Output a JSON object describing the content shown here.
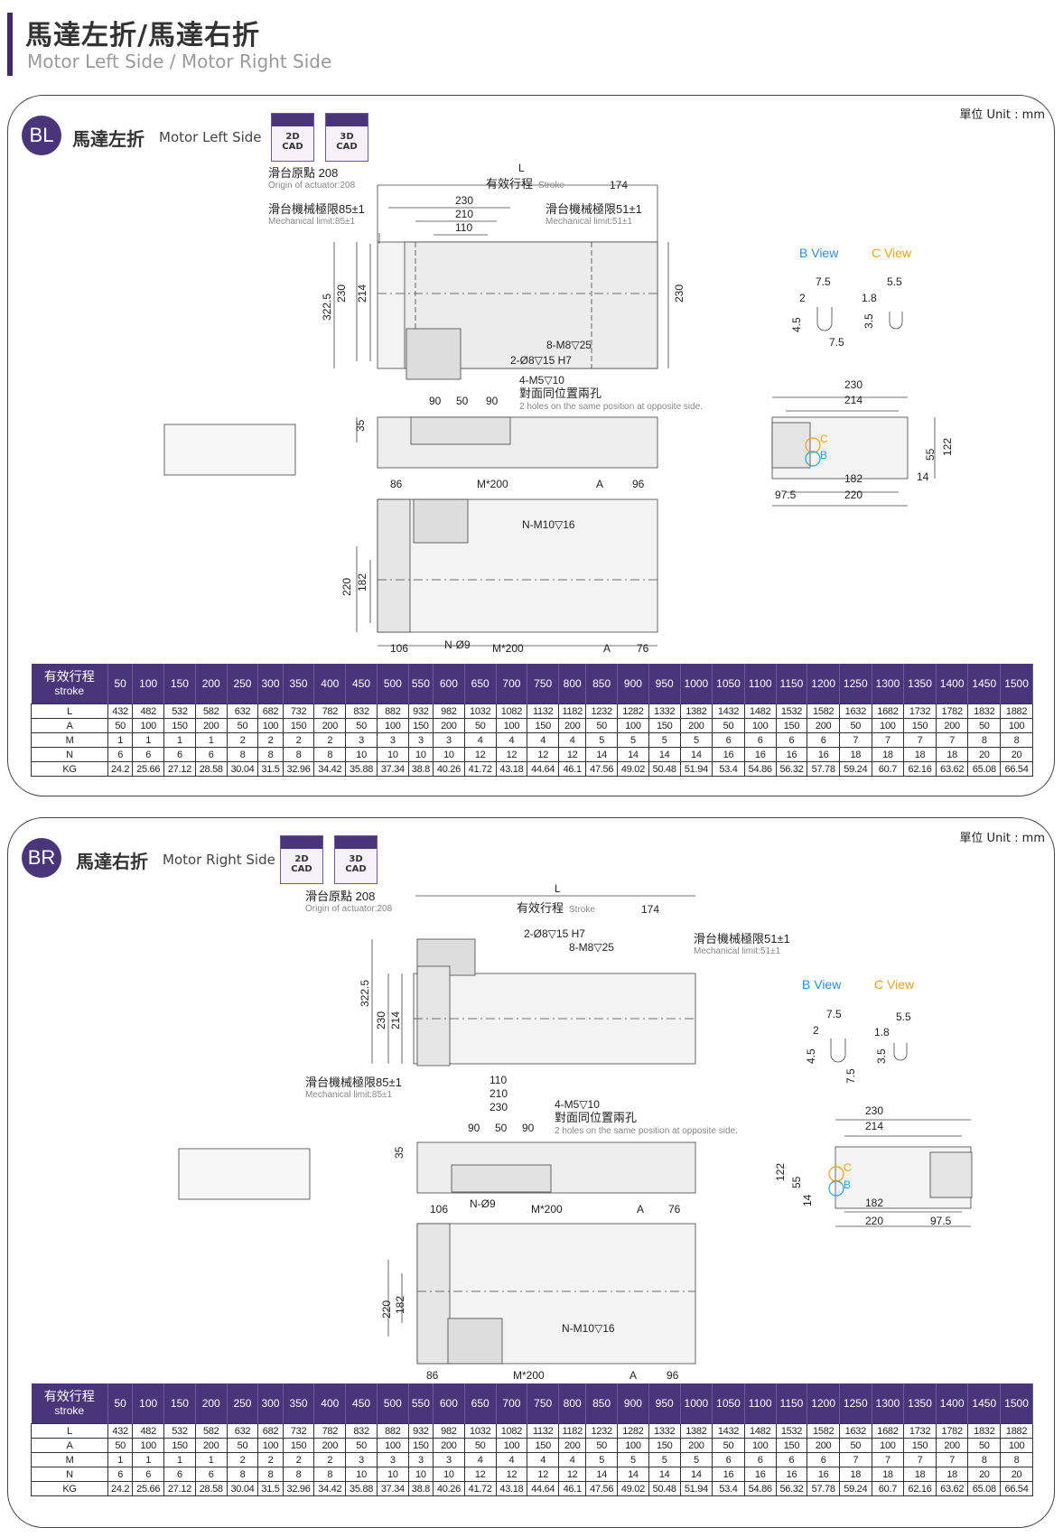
{
  "page": {
    "title_cn": "馬達左折/馬達右折",
    "title_en": "Motor Left Side / Motor Right Side"
  },
  "sections": [
    {
      "badge": "BL",
      "title_cn": "馬達左折",
      "title_en": "Motor Left Side",
      "unit": "單位 Unit : mm",
      "cad": [
        "2D CAD",
        "3D CAD"
      ],
      "labels": {
        "L": "L",
        "origin_cn": "滑台原點 208",
        "origin_en": "Origin of actuator:208",
        "stroke_cn": "有效行程",
        "stroke_en": "Stroke",
        "d174": "174",
        "d230": "230",
        "d210": "210",
        "d110": "110",
        "mech85_cn": "滑台機械極限85±1",
        "mech85_en": "Mechanical limit:85±1",
        "mech51_cn": "滑台機械極限51±1",
        "mech51_en": "Mechanical limit:51±1",
        "h322": "322.5",
        "h230": "230",
        "h214": "214",
        "r230": "230",
        "m8": "8-M8▽25",
        "pin": "2-Ø8▽15 H7",
        "m5": "4-M5▽10",
        "opp_cn": "對面同位置兩孔",
        "opp_en": "2 holes on the same position at opposite side.",
        "d90a": "90",
        "d50": "50",
        "d90b": "90",
        "h35": "35",
        "d86": "86",
        "m200": "M*200",
        "dA": "A",
        "d96": "96",
        "nm10": "N-M10▽16",
        "h220": "220",
        "h182": "182",
        "d106": "106",
        "n9": "N-Ø9",
        "m200b": "M*200",
        "dAb": "A",
        "d76": "76",
        "bview": "B View",
        "cview": "C View",
        "b75": "7.5",
        "b2": "2",
        "b45": "4.5",
        "b75b": "7.5",
        "c55": "5.5",
        "c18": "1.8",
        "c35": "3.5",
        "e230": "230",
        "e214": "214",
        "e122": "122",
        "e55": "55",
        "e14": "14",
        "e182": "182",
        "e975": "97.5",
        "e220": "220",
        "eC": "C",
        "eB": "B"
      }
    },
    {
      "badge": "BR",
      "title_cn": "馬達右折",
      "title_en": "Motor Right Side",
      "unit": "單位 Unit : mm",
      "cad": [
        "2D CAD",
        "3D CAD"
      ],
      "labels": {
        "L": "L",
        "origin_cn": "滑台原點 208",
        "origin_en": "Origin of actuator:208",
        "stroke_cn": "有效行程",
        "stroke_en": "Stroke",
        "d174": "174",
        "pin": "2-Ø8▽15 H7",
        "m8": "8-M8▽25",
        "mech51_cn": "滑台機械極限51±1",
        "mech51_en": "Mechanical limit:51±1",
        "h322": "322.5",
        "h230": "230",
        "h214": "214",
        "mech85_cn": "滑台機械極限85±1",
        "mech85_en": "Mechanical limit:85±1",
        "d110": "110",
        "d210": "210",
        "d230": "230",
        "m5": "4-M5▽10",
        "opp_cn": "對面同位置兩孔",
        "opp_en": "2 holes on the same position at opposite side.",
        "d90a": "90",
        "d50": "50",
        "d90b": "90",
        "h35": "35",
        "d106": "106",
        "n9": "N-Ø9",
        "m200": "M*200",
        "dA": "A",
        "d76": "76",
        "h220": "220",
        "h182": "182",
        "nm10": "N-M10▽16",
        "d86": "86",
        "m200b": "M*200",
        "dAb": "A",
        "d96": "96",
        "bview": "B View",
        "cview": "C View",
        "b75": "7.5",
        "b2": "2",
        "b45": "4.5",
        "b75b": "7.5",
        "c55": "5.5",
        "c18": "1.8",
        "c35": "3.5",
        "e230": "230",
        "e214": "214",
        "e122": "122",
        "e55": "55",
        "e14": "14",
        "e182": "182",
        "e975": "97.5",
        "e220": "220",
        "eC": "C",
        "eB": "B"
      }
    }
  ],
  "table": {
    "header_cn": "有效行程",
    "header_en": "stroke",
    "strokes": [
      "50",
      "100",
      "150",
      "200",
      "250",
      "300",
      "350",
      "400",
      "450",
      "500",
      "550",
      "600",
      "650",
      "700",
      "750",
      "800",
      "850",
      "900",
      "950",
      "1000",
      "1050",
      "1100",
      "1150",
      "1200",
      "1250",
      "1300",
      "1350",
      "1400",
      "1450",
      "1500"
    ],
    "rows": [
      {
        "label": "L",
        "values": [
          "432",
          "482",
          "532",
          "582",
          "632",
          "682",
          "732",
          "782",
          "832",
          "882",
          "932",
          "982",
          "1032",
          "1082",
          "1132",
          "1182",
          "1232",
          "1282",
          "1332",
          "1382",
          "1432",
          "1482",
          "1532",
          "1582",
          "1632",
          "1682",
          "1732",
          "1782",
          "1832",
          "1882"
        ]
      },
      {
        "label": "A",
        "values": [
          "50",
          "100",
          "150",
          "200",
          "50",
          "100",
          "150",
          "200",
          "50",
          "100",
          "150",
          "200",
          "50",
          "100",
          "150",
          "200",
          "50",
          "100",
          "150",
          "200",
          "50",
          "100",
          "150",
          "200",
          "50",
          "100",
          "150",
          "200",
          "50",
          "100"
        ]
      },
      {
        "label": "M",
        "values": [
          "1",
          "1",
          "1",
          "1",
          "2",
          "2",
          "2",
          "2",
          "3",
          "3",
          "3",
          "3",
          "4",
          "4",
          "4",
          "4",
          "5",
          "5",
          "5",
          "5",
          "6",
          "6",
          "6",
          "6",
          "7",
          "7",
          "7",
          "7",
          "8",
          "8"
        ]
      },
      {
        "label": "N",
        "values": [
          "6",
          "6",
          "6",
          "6",
          "8",
          "8",
          "8",
          "8",
          "10",
          "10",
          "10",
          "10",
          "12",
          "12",
          "12",
          "12",
          "14",
          "14",
          "14",
          "14",
          "16",
          "16",
          "16",
          "16",
          "18",
          "18",
          "18",
          "18",
          "20",
          "20"
        ]
      },
      {
        "label": "KG",
        "values": [
          "24.2",
          "25.66",
          "27.12",
          "28.58",
          "30.04",
          "31.5",
          "32.96",
          "34.42",
          "35.88",
          "37.34",
          "38.8",
          "40.26",
          "41.72",
          "43.18",
          "44.64",
          "46.1",
          "47.56",
          "49.02",
          "50.48",
          "51.94",
          "53.4",
          "54.86",
          "56.32",
          "57.78",
          "59.24",
          "60.7",
          "62.16",
          "63.62",
          "65.08",
          "66.54"
        ]
      }
    ]
  }
}
